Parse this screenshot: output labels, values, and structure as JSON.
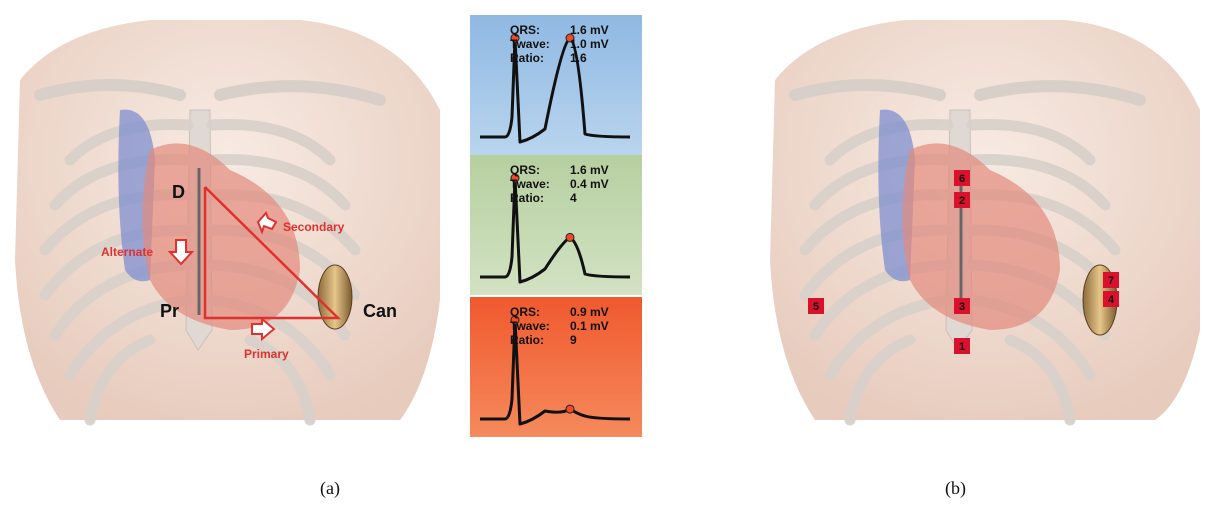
{
  "panel_a": {
    "label_D": "D",
    "label_Pr": "Pr",
    "label_Can": "Can",
    "label_secondary": "Secondary",
    "label_alternate": "Alternate",
    "label_primary": "Primary",
    "caption": "(a)"
  },
  "ecg_panels": [
    {
      "qrs_label": "QRS:",
      "qrs_value": "1.6 mV",
      "twave_label": "Twave:",
      "twave_value": "1.0 mV",
      "ratio_label": "Ratio:",
      "ratio_value": "1.6",
      "bg_top": "#8fb8e2",
      "bg_bottom": "#b9d5ee",
      "twave_amplitude": 1.0
    },
    {
      "qrs_label": "QRS:",
      "qrs_value": "1.6 mV",
      "twave_label": "Twave:",
      "twave_value": "0.4 mV",
      "ratio_label": "Ratio:",
      "ratio_value": "4",
      "bg_top": "#b6cf9f",
      "bg_bottom": "#d2e2c3",
      "twave_amplitude": 0.4
    },
    {
      "qrs_label": "QRS:",
      "qrs_value": "0.9 mV",
      "twave_label": "Twave:",
      "twave_value": "0.1 mV",
      "ratio_label": "Ratio:",
      "ratio_value": "9",
      "bg_top": "#f0592e",
      "bg_bottom": "#f58a5c",
      "twave_amplitude": 0.1
    }
  ],
  "panel_b": {
    "markers": [
      "6",
      "2",
      "3",
      "1",
      "5",
      "7",
      "4"
    ],
    "caption": "(b)"
  },
  "colors": {
    "arrow_red": "#e0312e",
    "marker_red": "#d9112d",
    "peak_dot": "#f04a2a",
    "bone": "#e3dcd6",
    "skin": "#efd9cc"
  }
}
